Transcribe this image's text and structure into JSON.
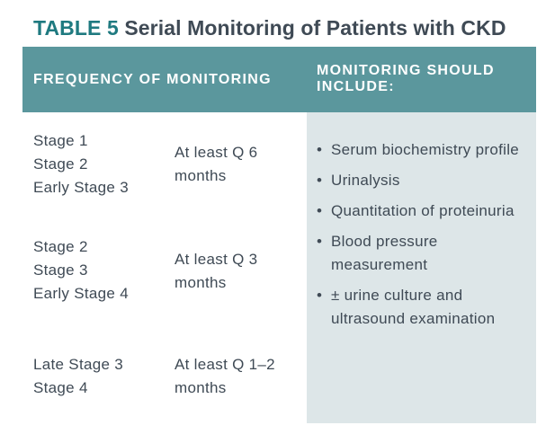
{
  "title": {
    "label": "TABLE 5",
    "text": "Serial Monitoring of Patients with CKD"
  },
  "header": {
    "col1": "FREQUENCY OF MONITORING",
    "col2": "MONITORING SHOULD INCLUDE:"
  },
  "rows": [
    {
      "stages": [
        "Stage 1",
        "Stage 2",
        "Early Stage 3"
      ],
      "frequency": [
        "At least Q 6",
        "months"
      ]
    },
    {
      "stages": [
        "Stage 2",
        "Stage 3",
        "Early Stage 4"
      ],
      "frequency": [
        "At least Q 3",
        "months"
      ]
    },
    {
      "stages": [
        "Late Stage 3",
        "Stage 4"
      ],
      "frequency": [
        "At least Q 1–2",
        "months"
      ]
    }
  ],
  "bullet_glyph": "•",
  "monitoring": [
    "Serum biochemistry profile",
    "Urinalysis",
    "Quantitation of proteinuria",
    "Blood pressure measurement",
    "± urine culture and ultrasound examination"
  ]
}
